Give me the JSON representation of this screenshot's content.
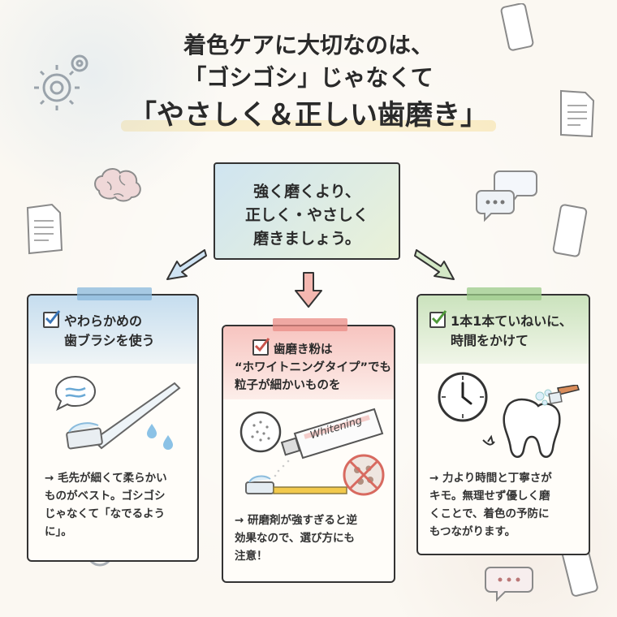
{
  "title": {
    "line1": "着色ケアに大切なのは、",
    "line2": "「ゴシゴシ」じゃなくて",
    "line3": "「やさしく＆正しい歯磨き」"
  },
  "center_note": {
    "line1": "強く磨くより、",
    "line2": "正しく・やさしく",
    "line3": "磨きましょう。"
  },
  "cards": [
    {
      "heading_line1": "やわらかめの",
      "heading_line2": "歯ブラシを使う",
      "body_line1": "→ 毛先が細くて柔らかい",
      "body_line2": "ものがベスト。ゴシゴシ",
      "body_line3": "じゃなくて「なでるよう",
      "body_line4": "に」。",
      "accent": "#8ab8dc"
    },
    {
      "heading_line1": "歯磨き粉は",
      "heading_line2": "“ホワイトニングタイプ”でも",
      "heading_line3": "粒子が細かいものを",
      "body_line1": "→ 研磨剤が強すぎると逆",
      "body_line2": "効果なので、選び方にも",
      "body_line3": "注意！",
      "tube_label": "Whitening",
      "accent": "#e98c86"
    },
    {
      "heading_line1": "1本1本ていねいに、",
      "heading_line2": "時間をかけて",
      "body_line1": "→ 力より時間と丁寧さが",
      "body_line2": "キモ。無理せず優しく磨",
      "body_line3": "くことで、着色の予防に",
      "body_line4": "もつながります。",
      "accent": "#9ccb8a"
    }
  ],
  "icons": {
    "background": [
      "gear-icon",
      "brain-icon",
      "document-icon",
      "smartphone-icon",
      "speech-bubble-icon"
    ],
    "card1": [
      "toothbrush-icon",
      "speech-bubble-icon",
      "water-drops-icon"
    ],
    "card2": [
      "magnifier-icon",
      "toothpaste-tube-icon",
      "no-coarse-particles-icon"
    ],
    "card3": [
      "clock-icon",
      "tooth-icon"
    ]
  }
}
